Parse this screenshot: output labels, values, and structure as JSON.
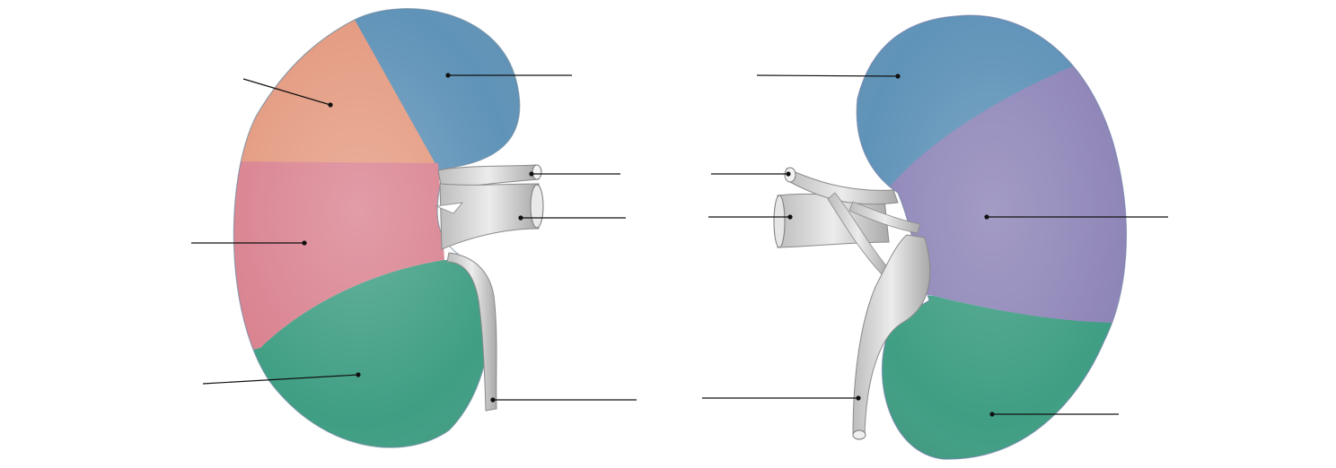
{
  "figure": {
    "kind": "unlabeled anatomical worksheet - renal segments, anterior and posterior views",
    "labels_printed": false
  },
  "colors": {
    "superior_segment": "#5f93b8",
    "anterior_superior_segment": "#e49a80",
    "anterior_inferior_segment": "#d9818f",
    "inferior_segment": "#3f9e83",
    "posterior_segment": "#8f86b8",
    "vessels": "#d2d2d2",
    "leader_lines": "#111111"
  },
  "views": [
    {
      "id": "anterior-view",
      "segments": [
        "superior",
        "anterior-superior",
        "anterior-inferior",
        "inferior"
      ],
      "leaders": 7
    },
    {
      "id": "posterior-view",
      "segments": [
        "superior",
        "posterior",
        "inferior"
      ],
      "leaders": 6
    }
  ]
}
